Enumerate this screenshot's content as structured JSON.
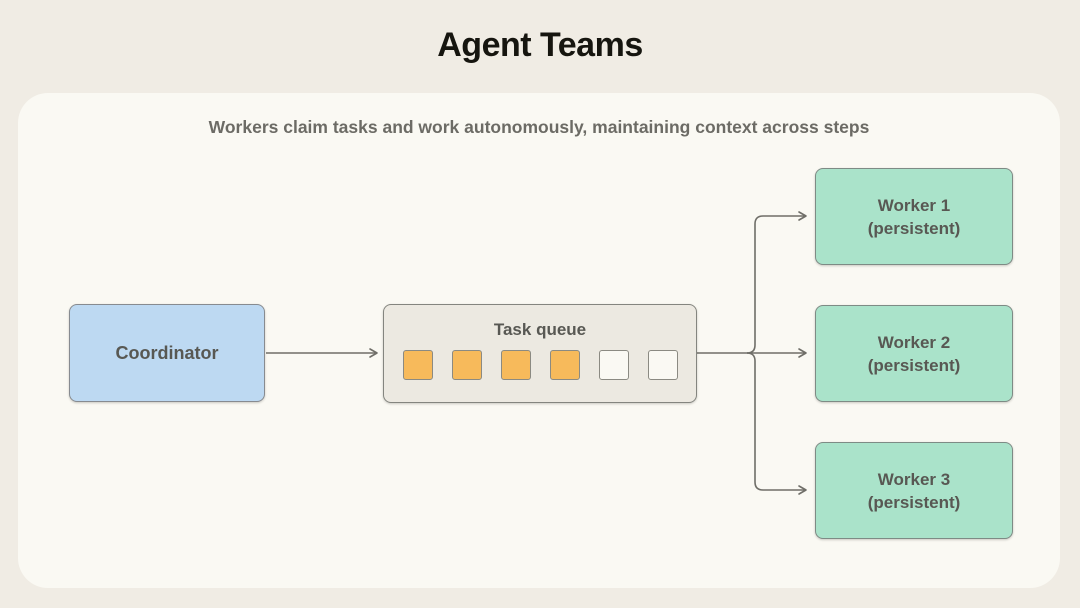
{
  "title": "Agent Teams",
  "subtitle": "Workers claim tasks and work autonomously, maintaining context across steps",
  "colors": {
    "background": "#f0ece4",
    "card": "#faf9f3",
    "coordinator_fill": "#bdd9f2",
    "queue_fill": "#ece9e1",
    "worker_fill": "#aae3ca",
    "slot_filled": "#f7ba5b",
    "slot_empty": "#faf9f3",
    "connector": "#6f6e68",
    "title_text": "#16150f",
    "subtitle_text": "#6c6b65",
    "label_text": "#585853"
  },
  "diagram": {
    "coordinator": {
      "label": "Coordinator"
    },
    "task_queue": {
      "label": "Task queue",
      "filled_slots": 4,
      "empty_slots": 2
    },
    "workers": [
      {
        "label": "Worker 1",
        "sublabel": "(persistent)"
      },
      {
        "label": "Worker 2",
        "sublabel": "(persistent)"
      },
      {
        "label": "Worker 3",
        "sublabel": "(persistent)"
      }
    ]
  }
}
